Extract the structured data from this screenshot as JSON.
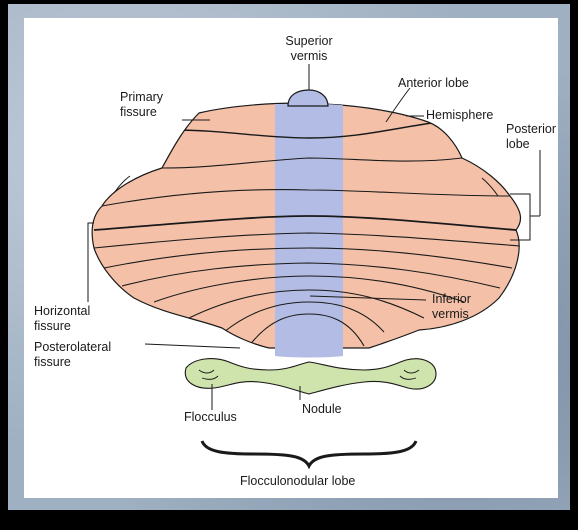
{
  "labels": {
    "superior_vermis": "Superior\nvermis",
    "anterior_lobe": "Anterior lobe",
    "primary_fissure": "Primary\nfissure",
    "hemisphere": "Hemisphere",
    "posterior_lobe": "Posterior\nlobe",
    "horizontal_fissure": "Horizontal\nfissure",
    "inferior_vermis": "Inferior\nvermis",
    "posterolateral_fissure": "Posterolateral\nfissure",
    "flocculus": "Flocculus",
    "nodule": "Nodule",
    "flocculonodular_lobe": "Flocculonodular lobe"
  },
  "colors": {
    "hemisphere_fill": "#f4c1a8",
    "vermis_fill": "#b3bce4",
    "flocculonodular_fill": "#cfe3ac",
    "line": "#1a1a1a",
    "background": "#ffffff"
  }
}
